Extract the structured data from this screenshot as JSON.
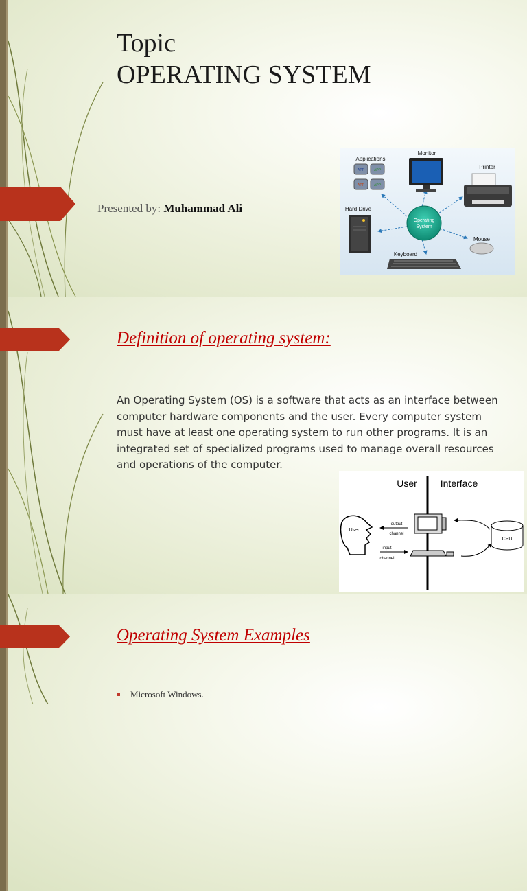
{
  "colors": {
    "accent_arrow": "#b8321c",
    "heading_red": "#c00000",
    "side_bar": "#7b6d4d",
    "os_node": "#15a38a"
  },
  "slide1": {
    "title_line1": "Topic",
    "title_line2": "OPERATING SYSTEM",
    "presented_label": "Presented by:",
    "presenter": "Muhammad Ali",
    "diagram": {
      "center": "Operating System",
      "applications": "Applications",
      "app_tile": "APP",
      "monitor": "Monitor",
      "printer": "Printer",
      "hard_drive": "Hard Drive",
      "mouse": "Mouse",
      "keyboard": "Keyboard"
    }
  },
  "slide2": {
    "heading": "Definition of operating system:",
    "body": "An Operating System (OS) is a software that acts as an interface between computer  hardware components and the user. Every computer system must have at least one operating system to run other programs. It is an integrated set of specialized programs used to manage overall resources and operations of the computer.",
    "diagram": {
      "user_label": "User",
      "interface_label": "Interface",
      "head_label": "User",
      "output_line1": "output",
      "output_line2": "channel",
      "input_line1": "input",
      "input_line2": "channel",
      "cpu_label": "CPU"
    }
  },
  "slide3": {
    "heading": "Operating System Examples",
    "items": [
      "Microsoft Windows."
    ]
  }
}
